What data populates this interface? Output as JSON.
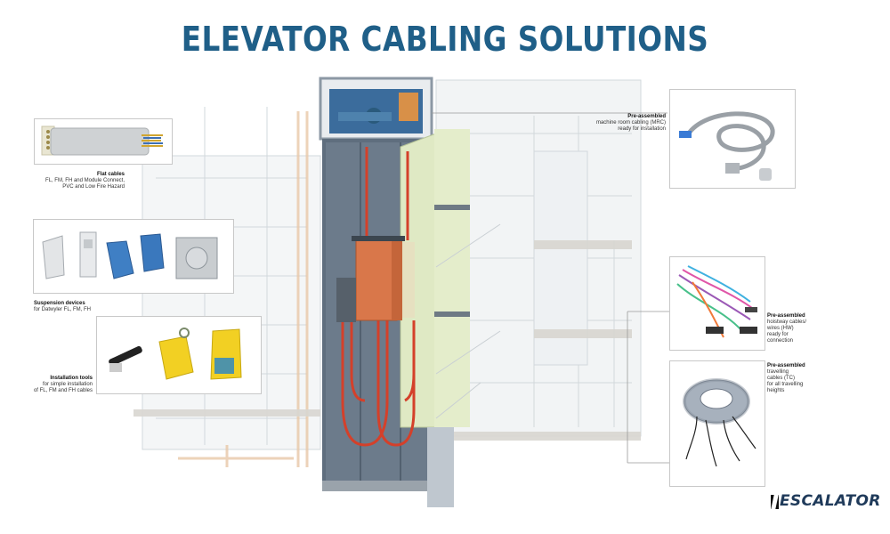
{
  "title": "ELEVATOR CABLING SOLUTIONS",
  "callouts": {
    "flat_cables": {
      "title": "Flat cables",
      "lines": [
        "FL, FM, FH and Module Connect,",
        "PVC and Low Fire Hazard"
      ]
    },
    "suspension": {
      "title": "Suspension devices",
      "lines": [
        "for Datwyler FL, FM, FH"
      ]
    },
    "tools": {
      "title": "Installation tools",
      "lines": [
        "for simple installation",
        "of FL, FM and FH cables"
      ]
    },
    "mrc": {
      "title": "Pre-assembled",
      "lines": [
        "machine room cabling (MRC)",
        "ready for installation"
      ]
    },
    "hw": {
      "title": "Pre-assembled",
      "lines": [
        "hoistway cables/",
        "wires (HW)",
        "ready for",
        "connection"
      ]
    },
    "tc": {
      "title": "Pre-assembled",
      "lines": [
        "travelling",
        "cables (TC)",
        "for all travelling",
        "heights"
      ]
    }
  },
  "logo": {
    "text": "ESCALATOR"
  },
  "colors": {
    "title": "#1f5f88",
    "car": "#d9774a",
    "cable": "#d4402a",
    "shaft": "#5f6e7e",
    "wall": "#dfe9c4"
  }
}
